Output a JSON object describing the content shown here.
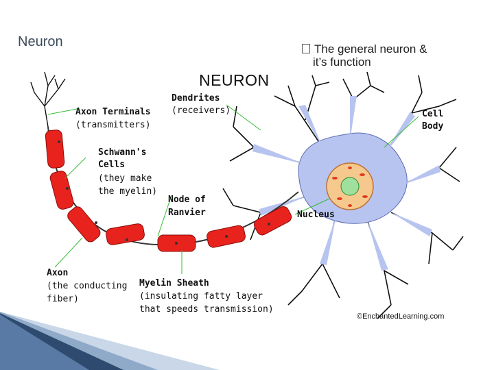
{
  "slide": {
    "title": "Neuron",
    "bullet_line1": "The general neuron &",
    "bullet_line2": "it’s function"
  },
  "diagram": {
    "heading": "NEURON",
    "labels": {
      "dendrites": "Dendrites",
      "dendrites_sub": "(receivers)",
      "axon_terminals": "Axon Terminals",
      "axon_terminals_sub": "(transmitters)",
      "schwann_1": "Schwann's",
      "schwann_2": "Cells",
      "schwann_3": "(they make",
      "schwann_4": "the myelin)",
      "node_1": "Node of",
      "node_2": "Ranvier",
      "cell_body_1": "Cell",
      "cell_body_2": "Body",
      "nucleus": "Nucleus",
      "axon": "Axon",
      "axon_sub1": "(the conducting",
      "axon_sub2": "fiber)",
      "myelin": "Myelin Sheath",
      "myelin_sub1": "(insulating fatty layer",
      "myelin_sub2": "that speeds transmission)"
    },
    "credit": "©EnchantedLearning.com"
  },
  "colors": {
    "cell_body": "#b8c4f0",
    "myelin": "#e8221c",
    "nucleus": "#f5c98e",
    "pointer": "#33bb33"
  }
}
